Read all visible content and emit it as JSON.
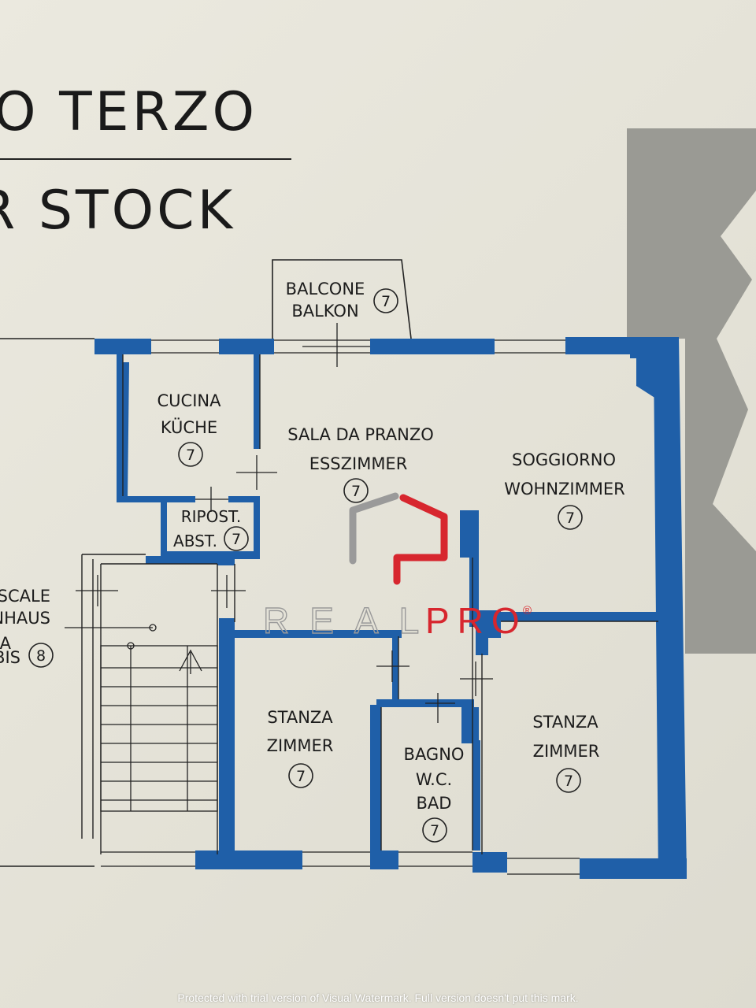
{
  "header": {
    "title_line1": "O TERZO",
    "title_line2": "R STOCK"
  },
  "rooms": [
    {
      "id": "balcone",
      "lines": [
        "BALCONE",
        "BALKON"
      ],
      "number": "7"
    },
    {
      "id": "cucina",
      "lines": [
        "CUCINA",
        "KÜCHE"
      ],
      "number": "7"
    },
    {
      "id": "sala",
      "lines": [
        "SALA DA PRANZO",
        "ESSZIMMER"
      ],
      "number": "7"
    },
    {
      "id": "soggiorno",
      "lines": [
        "SOGGIORNO",
        "WOHNZIMMER"
      ],
      "number": "7"
    },
    {
      "id": "ripost",
      "lines": [
        "RIPOST.",
        "ABST."
      ],
      "number": "7"
    },
    {
      "id": "scale",
      "lines": [
        "SCALE",
        "NHAUS",
        "A",
        "BIS"
      ],
      "number": "8"
    },
    {
      "id": "stanza1",
      "lines": [
        "STANZA",
        "ZIMMER"
      ],
      "number": "7"
    },
    {
      "id": "bagno",
      "lines": [
        "BAGNO",
        "W.C.",
        "BAD"
      ],
      "number": "7"
    },
    {
      "id": "stanza2",
      "lines": [
        "STANZA",
        "ZIMMER"
      ],
      "number": "7"
    }
  ],
  "watermark": {
    "brand_left": "REAL",
    "brand_right": "PRO",
    "registered": "®",
    "gray": "#9a9a9a",
    "red": "#d7262e"
  },
  "footer": {
    "text": "Protected with trial version of Visual Watermark. Full version doesn't put this mark."
  },
  "colors": {
    "wall": "#1f5fa8",
    "paper": "#e6e4da",
    "line": "#222222"
  }
}
